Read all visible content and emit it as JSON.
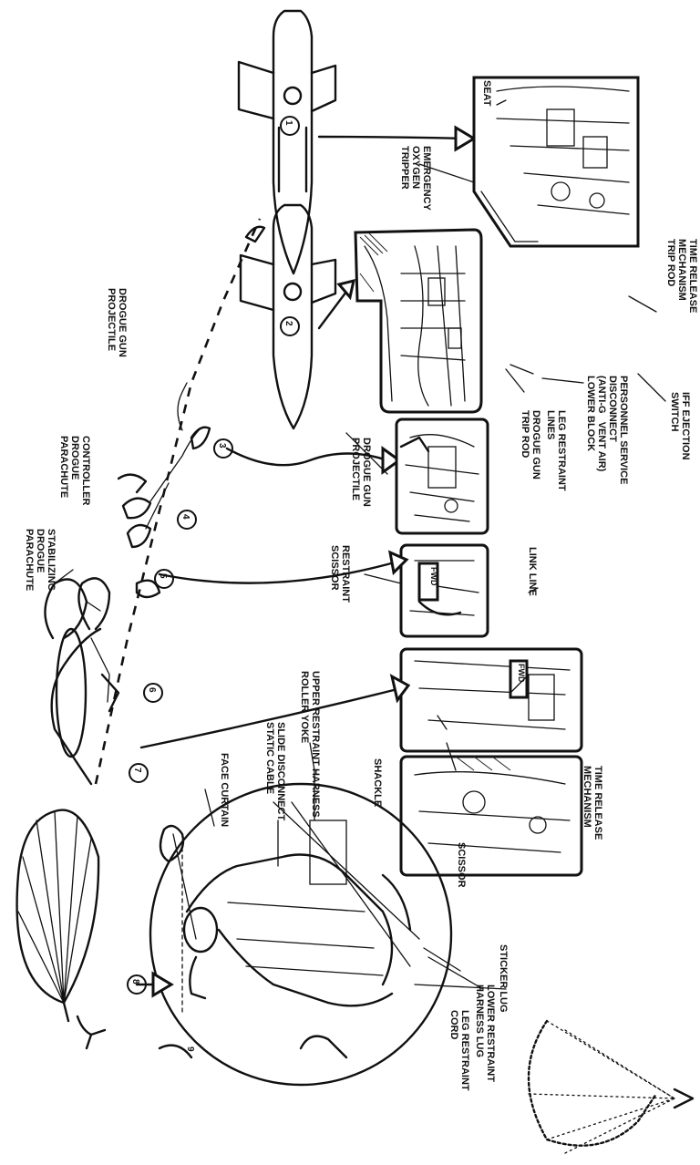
{
  "labels": {
    "stabilizing_drogue_parachute": "STABILIZING\nDROGUE\nPARACHUTE",
    "controller_drogue_parachute": "CONTROLLER\nDROGUE\nPARACHUTE",
    "drogue_gun_projectile_top": "DROGUE GUN\nPROJECTILE",
    "drogue_gun_projectile_panel": "DROGUE GUN\nPROJECTILE",
    "restraint_scissor": "RESTRAINT\nSCISSOR",
    "face_curtain": "FACE CURTAIN",
    "slide_disconnect_static_cable": "SLIDE DISCONNECT\nSTATIC CABLE",
    "upper_restraint_harness_roller_yoke": "UPPER RESTRAINT HARNESS\nROLLER YOKE",
    "shackle": "SHACKLE",
    "scissor": "SCISSOR",
    "time_release_mechanism_panel": "TIME RELEASE\nMECHANISM",
    "link_line": "LINK LINE",
    "drogue_gun_trip_rod": "DROGUE GUN\nTRIP ROD",
    "leg_restraint_lines": "LEG RESTRAINT\nLINES",
    "personnel_service_disconnect": "PERSONNEL SERVICE\nDISCONNECT\n(ANTI-G   VENT AIR)\nLOWER BLOCK",
    "iff_ejection_switch": "IFF EJECTION\nSWITCH",
    "emergency_oxygen_tripper": "EMERGENCY\nOXYGEN\nTRIPPER",
    "seat": "SEAT",
    "time_release_mechanism_trip_rod": "TIME RELEASE\nMECHANISM\nTRIP ROD",
    "leg_restraint_cord": "LEG RESTRAINT\nCORD",
    "lower_restraint_harness_lug": "LOWER RESTRAINT\nHARNESS LUG",
    "sticker_lug": "STICKER LUG",
    "fwd_1": "FWD",
    "fwd_2": "FWD"
  },
  "step_numbers": {
    "step1": "1",
    "step2": "2",
    "step3": "3",
    "step4": "4",
    "step5": "5",
    "step6": "6",
    "step7": "7",
    "step8": "8",
    "step9": "9"
  },
  "colors": {
    "ink": "#111111",
    "paper": "#ffffff"
  }
}
